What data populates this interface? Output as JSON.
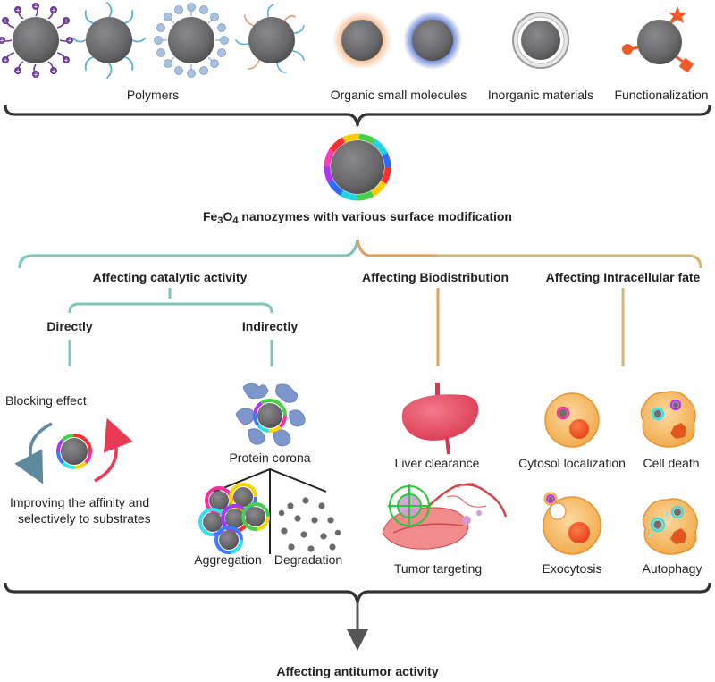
{
  "surface_types": {
    "polymers": "Polymers",
    "organic": "Organic small molecules",
    "inorganic": "Inorganic materials",
    "functionalization": "Functionalization"
  },
  "center": {
    "title_prefix": "Fe",
    "title_sub1": "3",
    "title_mid": "O",
    "title_sub2": "4",
    "title_rest": " nanozymes with various surface modification"
  },
  "branches": {
    "catalytic": "Affecting catalytic activity",
    "biodistribution": "Affecting Biodistribution",
    "intracellular": "Affecting Intracellular fate",
    "directly": "Directly",
    "indirectly": "Indirectly"
  },
  "effects": {
    "blocking": "Blocking effect",
    "affinity_line1": "Improving the affinity and",
    "affinity_line2": "selectively to substrates",
    "protein_corona": "Protein corona",
    "aggregation": "Aggregation",
    "degradation": "Degradation",
    "liver": "Liver clearance",
    "tumor": "Tumor targeting",
    "cytosol": "Cytosol localization",
    "cell_death": "Cell death",
    "exocytosis": "Exocytosis",
    "autophagy": "Autophagy"
  },
  "conclusion": "Affecting antitumor activity",
  "colors": {
    "core": "#6e6e70",
    "catalytic": "#7ec4b8",
    "biodistribution": "#e0a060",
    "intracellular": "#d2b87a",
    "polymer_purple": "#6b3a96",
    "polymer_blue": "#5ab0d8",
    "cell": "#f5b867"
  },
  "icons": [
    "nanoparticle-icon",
    "liver-icon",
    "tumor-vessel-icon",
    "cell-icon",
    "protein-icon",
    "arrow-icon"
  ]
}
